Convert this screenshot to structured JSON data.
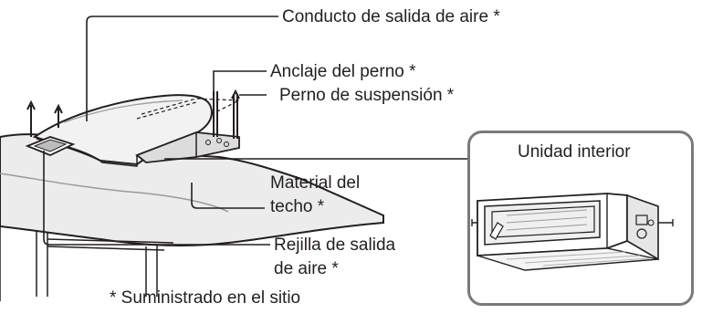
{
  "labels": {
    "outlet_duct": "Conducto de salida de aire *",
    "bolt_anchor": "Anclaje del perno *",
    "suspension_bolt": "Perno de suspensión *",
    "ceiling_material_line1": "Material del",
    "ceiling_material_line2": "techo *",
    "outlet_grille_line1": "Rejilla de salida",
    "outlet_grille_line2": "de aire *",
    "footnote": "* Suministrado en el sitio"
  },
  "inset": {
    "title": "Unidad interior"
  }
}
